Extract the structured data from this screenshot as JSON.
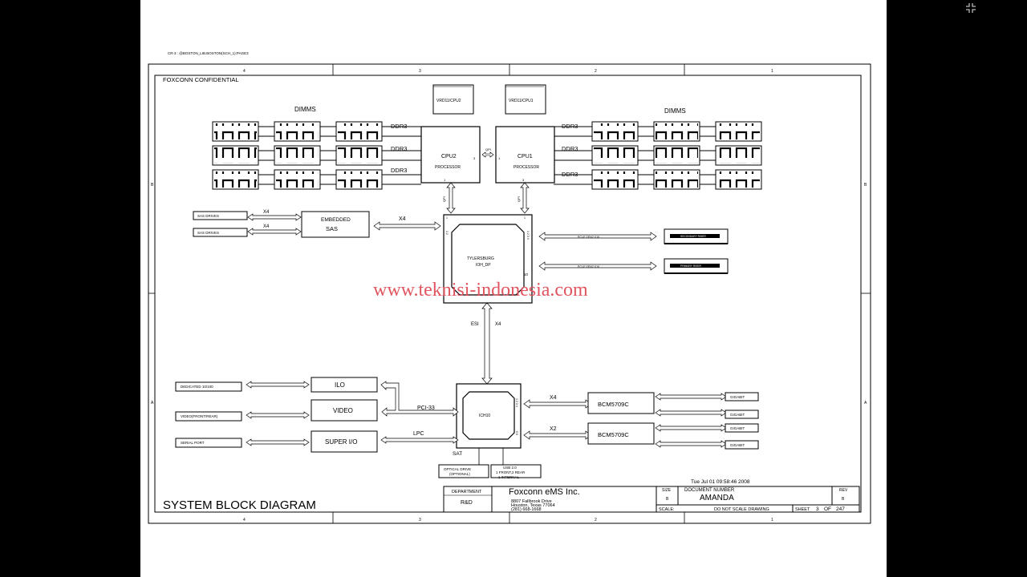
{
  "path_note": "CR-3   :   @BOSTON_LIB.BOSTON(SCH_1):PAGE3",
  "header": "FOXCONN    CONFIDENTIAL",
  "zone_cols": [
    "4",
    "3",
    "2",
    "1"
  ],
  "zone_rows": [
    "B",
    "A"
  ],
  "dimms_label": "DIMMS",
  "ddr_label": "DDR3",
  "vrd_cpu2": "VRD11/CPU2",
  "vrd_cpu1": "VRD11/CPU1",
  "cpu2": {
    "name": "CPU2",
    "sub": "PROCESSOR"
  },
  "cpu1": {
    "name": "CPU1",
    "sub": "PROCESSOR"
  },
  "qpi_small": "QPI",
  "ioh": {
    "name": "TYLERSBURG",
    "sub": "IOH_DP"
  },
  "ioh_side_left": "1  2",
  "ioh_side_right": "1  2  3  4",
  "ioh_side_num": "10",
  "ioh_slot_lines": [
    "PCI-E    GEN2    X16",
    "PCI-E    GEN2    X16"
  ],
  "slots": [
    "SECONDARY    RISER",
    "PRIMARY    RISER"
  ],
  "sas_drive_labels": [
    "SAS    DRIVES",
    "SAS    DRIVES"
  ],
  "sas_link": "X4",
  "embedded_sas": [
    "EMBEDDED",
    "SAS"
  ],
  "embedded_link": "X4",
  "watermark": "www.teknisi-indonesia.com",
  "esi": "ESI",
  "esi_width": "X4",
  "ich": "ICH10",
  "ich_side_right": "1 2 3 4",
  "ich_side_right2": "5 6",
  "left_ports": [
    "DEDICATED         10/100",
    "VIDEO(FRONT/REAR)",
    "SERIAL     PORT"
  ],
  "ilo": "ILO",
  "video": "VIDEO",
  "superio": "SUPER    I/O",
  "pci33": "PCI-33",
  "lpc": "LPC",
  "sat": "SAT",
  "optical": [
    "OPTICAL      DRIVE",
    "(OPTIONAL)"
  ],
  "usb": [
    "USB   2.0",
    "1   FRONT,2     REAR",
    "1    INTERNAL"
  ],
  "nic_links": [
    "X4",
    "X2"
  ],
  "nic": "BCM5709C",
  "gigabit": "GIGABIT",
  "date": "Tue    Jul     01    09:58:46          2008",
  "title": "SYSTEM   BLOCK   DIAGRAM",
  "department_label": "DEPARTMENT",
  "department_value": "R&D",
  "company": "Foxconn       eMS    Inc.",
  "address": [
    "8807    Fallbrook           Drive",
    "Houston,      Texas          77064",
    "(281)       668-1668"
  ],
  "size_label": "SIZE",
  "size_value": "B",
  "docnum_label": "DOCUMENT NUMBER",
  "docnum_value": "AMANDA",
  "rev_label": "REV",
  "rev_value": "B",
  "scale_label": "SCALE:",
  "scale_note": "DO    NOT   SCALE    DRAWING",
  "sheet_label": "SHEET",
  "sheet_value": "3",
  "sheet_of": "OF",
  "sheet_total": "247",
  "fullscreen_icon": "collapse-fullscreen-icon"
}
